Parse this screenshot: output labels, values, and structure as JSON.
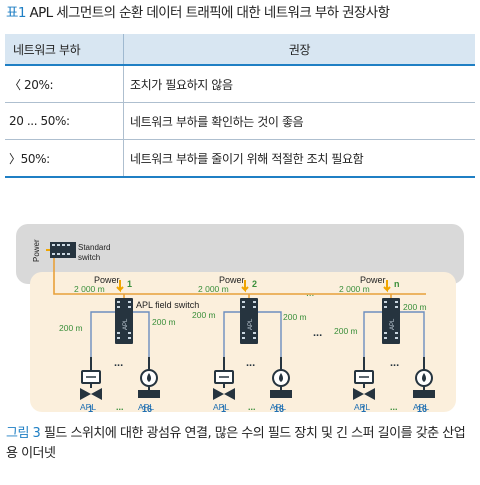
{
  "table": {
    "caption_prefix": "표1",
    "caption_text": " APL 세그먼트의 순환 데이터 트래픽에 대한 네트워크 부하 권장사항",
    "headers": [
      "네트워크 부하",
      "권장"
    ],
    "rows": [
      {
        "load": "〈 20%:",
        "recommendation": "조치가 필요하지 않음"
      },
      {
        "load": "20 ... 50%:",
        "recommendation": "네트워크 부하를 확인하는 것이 좋음"
      },
      {
        "load": "〉50%:",
        "recommendation": "네트워크 부하를 줄이기 위해 적절한 조치 필요함"
      }
    ]
  },
  "figure": {
    "power_label": "Power",
    "standard_switch_label": [
      "Standard",
      "switch"
    ],
    "field_switch_label": "APL field switch",
    "switches": [
      {
        "number": "1",
        "fiber": "2 000 m",
        "left_cable": "200 m",
        "right_cable": "200 m"
      },
      {
        "number": "2",
        "fiber": "2 000 m",
        "left_cable": "200 m",
        "right_cable": "200 m"
      },
      {
        "number": "n",
        "fiber": "2 000 m",
        "left_cable": "200 m",
        "right_cable": "200 m"
      }
    ],
    "apl_text": "APL",
    "device_first": "1",
    "device_last": "16",
    "dots": "...",
    "switch_chip": "APL",
    "colors": {
      "backbone": "#d9d9d9",
      "field_area": "#fbefdc",
      "fiber": "#e8a13a",
      "copper": "#6c8ebf",
      "power": "#f0a500",
      "switch_body": "#26343f",
      "label_blue": "#1f6fb2",
      "label_green": "#3a8f3a"
    }
  },
  "caption2": {
    "prefix": "그림 3",
    "text": " 필드 스위치에 대한 광섬유 연결, 많은 수의 필드 장치 및 긴 스퍼 길이를 갖춘 산업용 이더넷"
  }
}
